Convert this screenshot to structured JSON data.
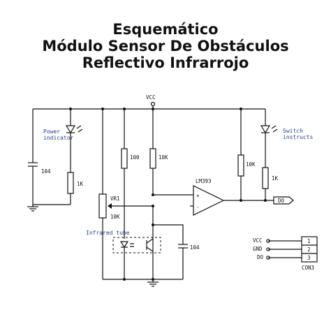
{
  "title": {
    "line1": "Esquemático",
    "line2": "Módulo Sensor De Obstáculos",
    "line3": "Reflectivo Infrarrojo"
  },
  "labels": {
    "vcc_top": "VCC",
    "power_indicator_1": "Power",
    "power_indicator_2": "indicator",
    "switch_1": "Switch",
    "switch_2": "instructs",
    "c1": "104",
    "r_1k_left": "1K",
    "r_100": "100",
    "r_10k_mid": "10K",
    "ic": "LM393",
    "r_10k_right": "10K",
    "r_1k_right": "1K",
    "vr": "VR1",
    "vr_val": "10K",
    "infrared": "Infrared tube",
    "c2": "104",
    "out": "DO",
    "plus": "+",
    "minus": "-",
    "con_vcc": "VCC",
    "con_gnd": "GND",
    "con_do": "DO",
    "pin1": "1",
    "pin2": "2",
    "pin3": "3",
    "connector": "CON3"
  },
  "colors": {
    "wire": "#111111",
    "annotation": "#2b3f8f",
    "title": "#111111"
  }
}
